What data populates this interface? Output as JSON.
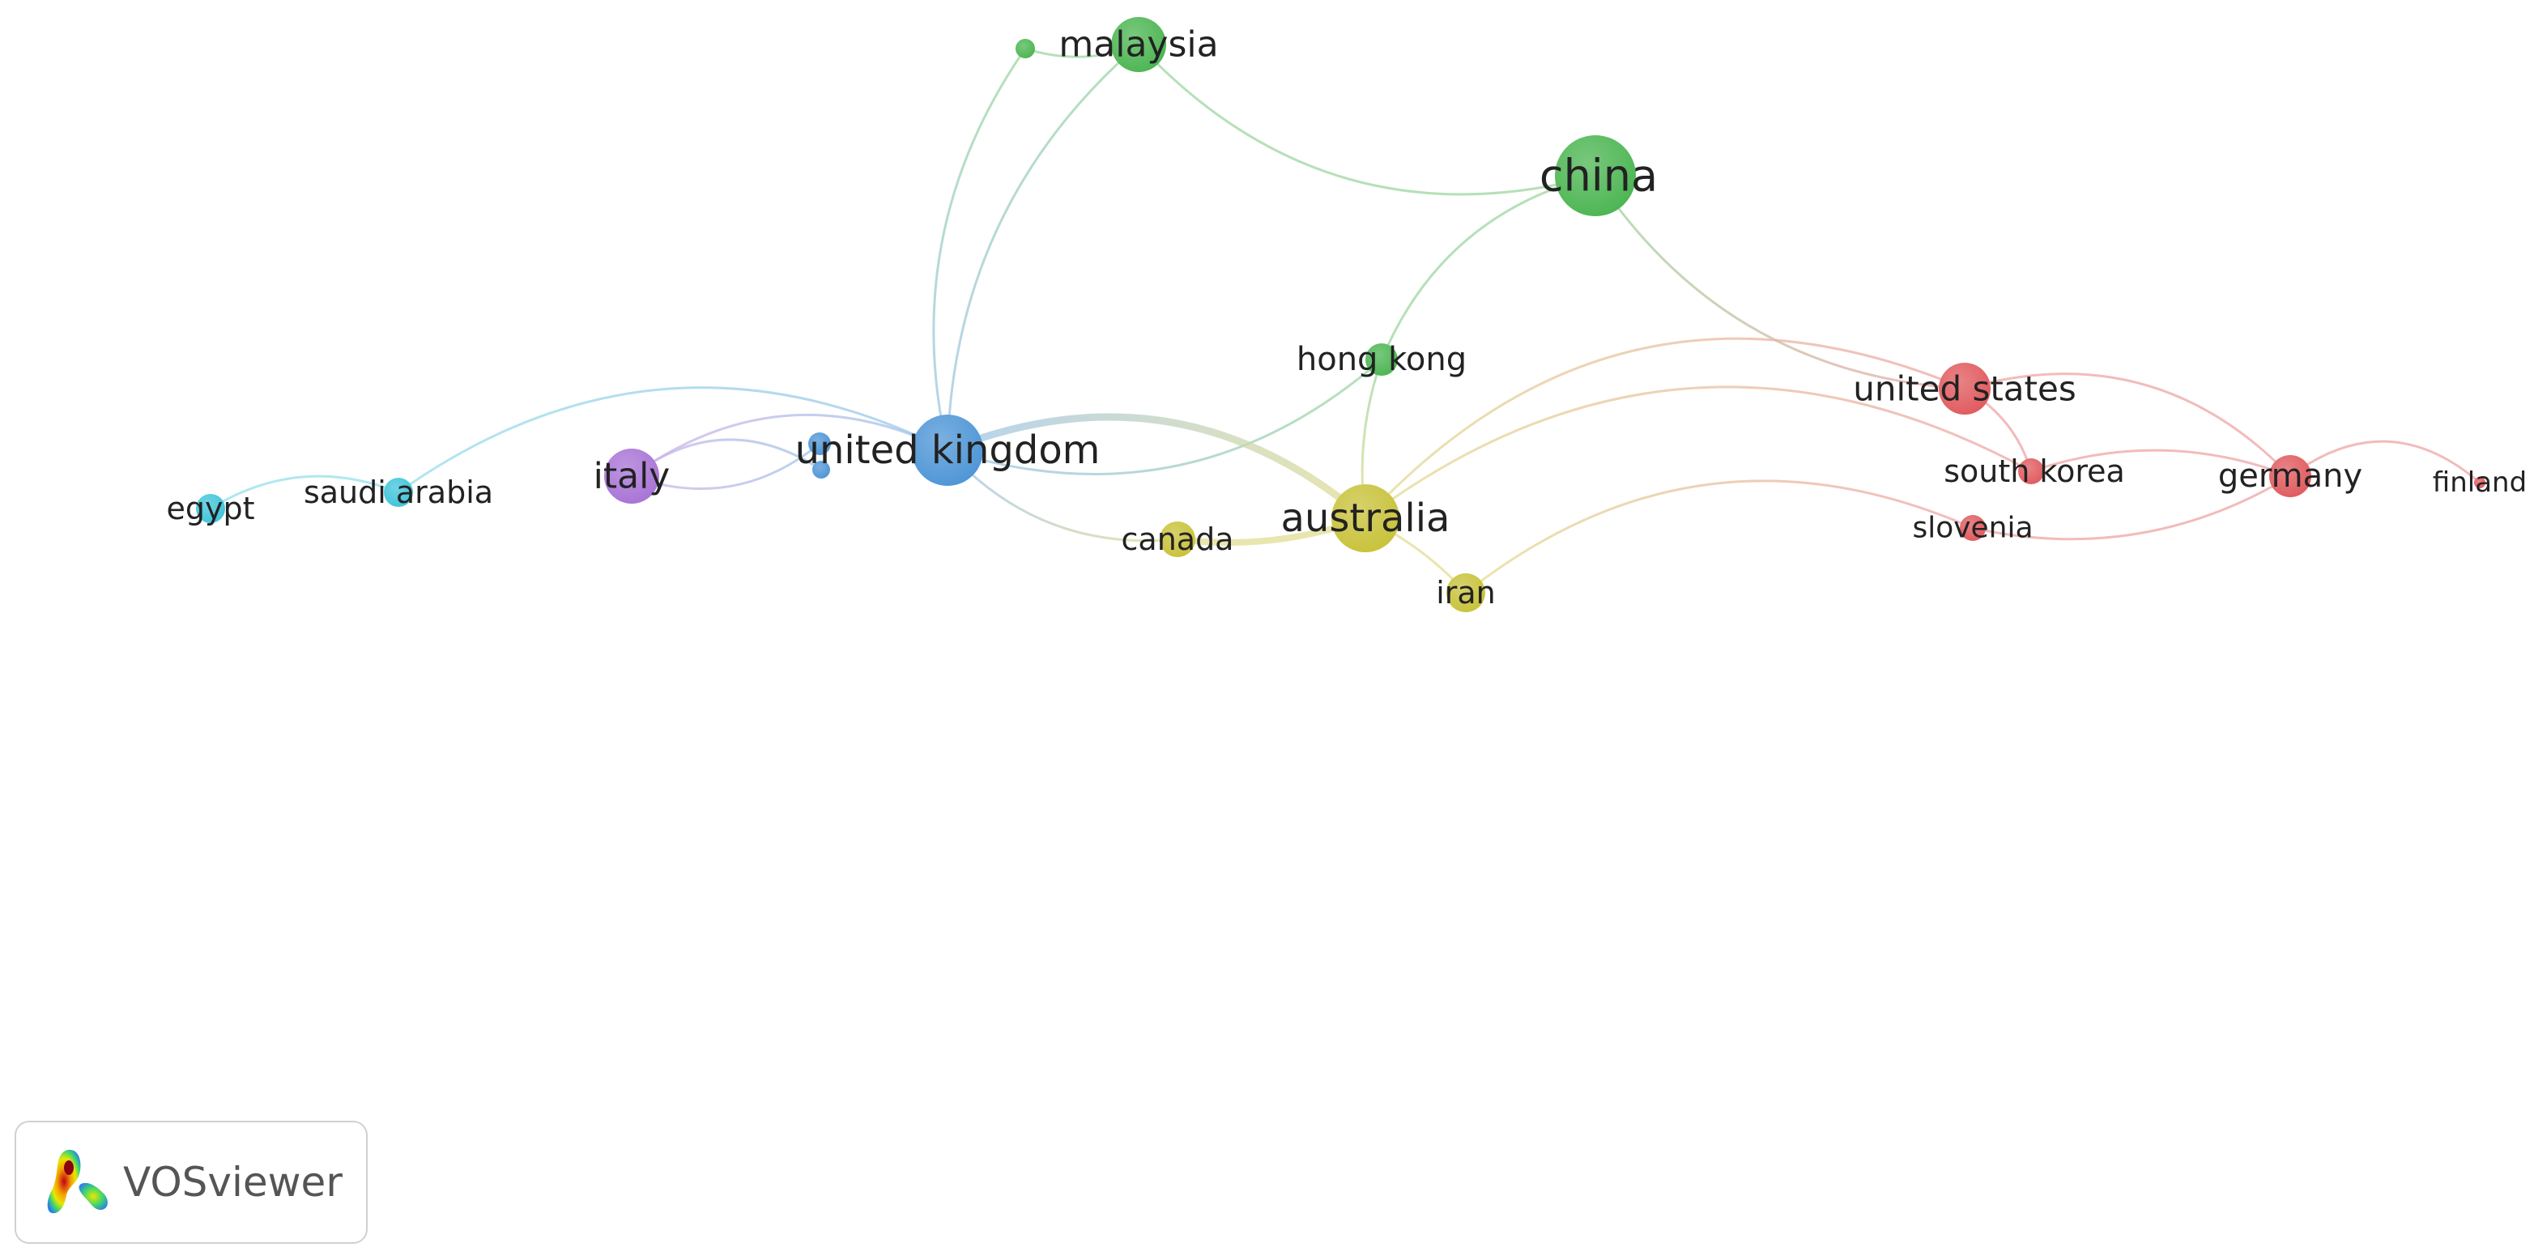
{
  "brand": {
    "name": "VOSviewer"
  },
  "colors": {
    "red": "#e05a5e",
    "green": "#4cb552",
    "blue": "#4e95d6",
    "yellow": "#c8c23a",
    "purple": "#a873d6",
    "cyan": "#3fc4d9"
  },
  "network": {
    "nodes": [
      {
        "id": "malaysia",
        "label": "malaysia",
        "cluster": "green"
      },
      {
        "id": "small-green",
        "label": "",
        "cluster": "green"
      },
      {
        "id": "china",
        "label": "china",
        "cluster": "green"
      },
      {
        "id": "hong-kong",
        "label": "hong kong",
        "cluster": "green"
      },
      {
        "id": "united-kingdom",
        "label": "united kingdom",
        "cluster": "blue"
      },
      {
        "id": "small-blue-1",
        "label": "",
        "cluster": "blue"
      },
      {
        "id": "small-blue-2",
        "label": "",
        "cluster": "blue"
      },
      {
        "id": "italy",
        "label": "italy",
        "cluster": "purple"
      },
      {
        "id": "saudi-arabia",
        "label": "saudi arabia",
        "cluster": "cyan"
      },
      {
        "id": "egypt",
        "label": "egypt",
        "cluster": "cyan"
      },
      {
        "id": "australia",
        "label": "australia",
        "cluster": "yellow"
      },
      {
        "id": "canada",
        "label": "canada",
        "cluster": "yellow"
      },
      {
        "id": "iran",
        "label": "iran",
        "cluster": "yellow"
      },
      {
        "id": "united-states",
        "label": "united states",
        "cluster": "red"
      },
      {
        "id": "south-korea",
        "label": "south korea",
        "cluster": "red"
      },
      {
        "id": "slovenia",
        "label": "slovenia",
        "cluster": "red"
      },
      {
        "id": "germany",
        "label": "germany",
        "cluster": "red"
      },
      {
        "id": "finland",
        "label": "finland",
        "cluster": "red"
      }
    ],
    "links": [
      {
        "source": "small-green",
        "target": "malaysia"
      },
      {
        "source": "malaysia",
        "target": "china"
      },
      {
        "source": "malaysia",
        "target": "united-kingdom"
      },
      {
        "source": "small-green",
        "target": "united-kingdom"
      },
      {
        "source": "china",
        "target": "hong-kong"
      },
      {
        "source": "china",
        "target": "united-states"
      },
      {
        "source": "hong-kong",
        "target": "united-kingdom"
      },
      {
        "source": "hong-kong",
        "target": "australia"
      },
      {
        "source": "united-kingdom",
        "target": "australia"
      },
      {
        "source": "united-kingdom",
        "target": "canada"
      },
      {
        "source": "united-kingdom",
        "target": "italy"
      },
      {
        "source": "italy",
        "target": "small-blue-2"
      },
      {
        "source": "italy",
        "target": "small-blue-1"
      },
      {
        "source": "united-kingdom",
        "target": "saudi-arabia"
      },
      {
        "source": "saudi-arabia",
        "target": "egypt"
      },
      {
        "source": "canada",
        "target": "australia"
      },
      {
        "source": "australia",
        "target": "iran"
      },
      {
        "source": "australia",
        "target": "united-states"
      },
      {
        "source": "australia",
        "target": "south-korea"
      },
      {
        "source": "iran",
        "target": "slovenia"
      },
      {
        "source": "united-states",
        "target": "south-korea"
      },
      {
        "source": "united-states",
        "target": "germany"
      },
      {
        "source": "south-korea",
        "target": "germany"
      },
      {
        "source": "slovenia",
        "target": "germany"
      },
      {
        "source": "germany",
        "target": "finland"
      }
    ]
  }
}
